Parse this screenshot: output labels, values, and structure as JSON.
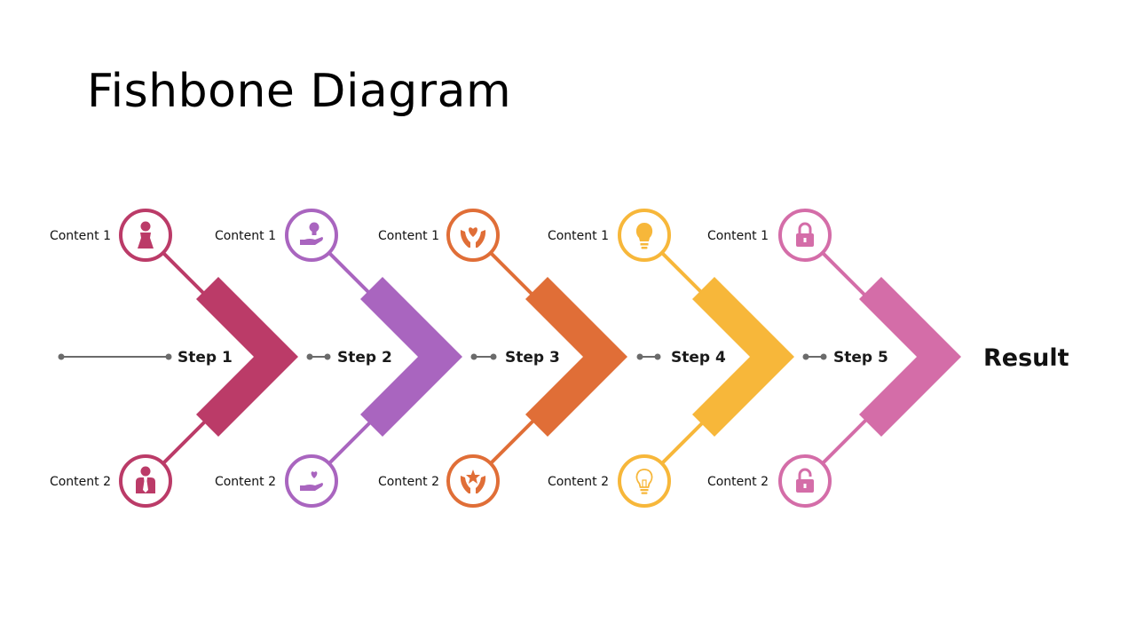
{
  "title": "Fishbone Diagram",
  "result": "Result",
  "steps": [
    {
      "label": "Step 1",
      "color": "#bb3b68",
      "top": {
        "label": "Content 1",
        "icon": "woman-icon"
      },
      "bottom": {
        "label": "Content 2",
        "icon": "man-icon"
      }
    },
    {
      "label": "Step 2",
      "color": "#a965bf",
      "top": {
        "label": "Content 1",
        "icon": "hand-bulb-icon"
      },
      "bottom": {
        "label": "Content 2",
        "icon": "hand-heart-icon"
      }
    },
    {
      "label": "Step 3",
      "color": "#e06e37",
      "top": {
        "label": "Content 1",
        "icon": "hands-heart-icon"
      },
      "bottom": {
        "label": "Content 2",
        "icon": "hands-star-icon"
      }
    },
    {
      "label": "Step 4",
      "color": "#f7b73a",
      "top": {
        "label": "Content 1",
        "icon": "lightbulb-icon"
      },
      "bottom": {
        "label": "Content 2",
        "icon": "lightbulb-outline-icon"
      }
    },
    {
      "label": "Step 5",
      "color": "#d46da8",
      "top": {
        "label": "Content 1",
        "icon": "lock-closed-icon"
      },
      "bottom": {
        "label": "Content 2",
        "icon": "lock-open-icon"
      }
    }
  ],
  "connector_color": "#6b6b6b"
}
